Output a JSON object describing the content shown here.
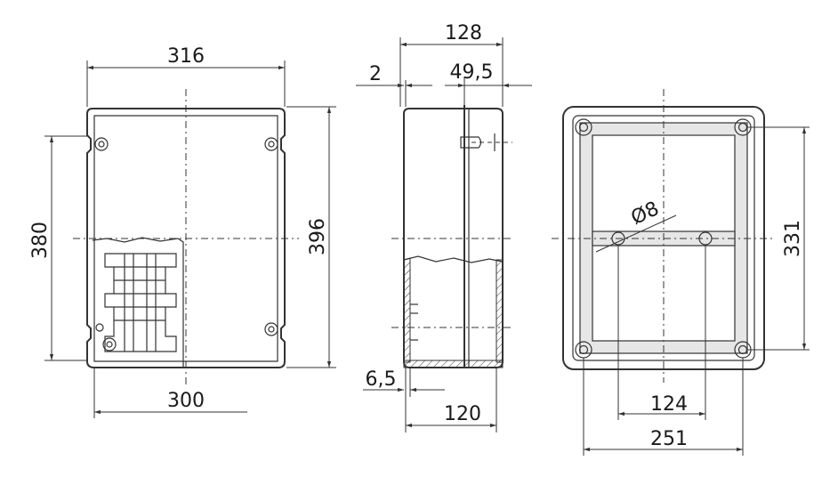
{
  "dimensions": {
    "front_width_top": "316",
    "front_height_left": "380",
    "front_height_right": "396",
    "front_width_bottom": "300",
    "side_depth_top": "128",
    "side_wall": "2",
    "side_lid": "49,5",
    "side_base_wall": "6,5",
    "side_depth_bottom": "120",
    "back_hole_diameter": "Ø8",
    "back_height": "331",
    "back_hole_spacing": "124",
    "back_width": "251"
  },
  "colors": {
    "line": "#333333",
    "background": "#ffffff"
  }
}
